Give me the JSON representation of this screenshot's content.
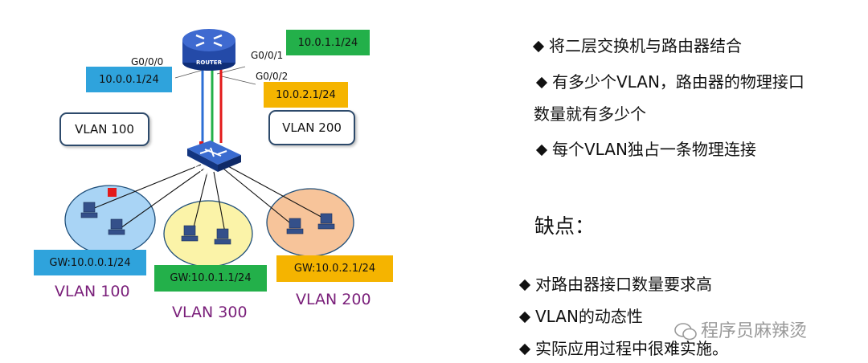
{
  "diagram": {
    "router_label": "ROUTER",
    "switch_label": "SWITCH",
    "ports": [
      "G0/0/0",
      "G0/0/1",
      "G0/0/2"
    ],
    "ip_tags": [
      "10.0.0.1/24",
      "10.0.1.1/24",
      "10.0.2.1/24"
    ],
    "callouts": [
      "VLAN 100",
      "VLAN 200"
    ],
    "gateways": [
      "GW:10.0.0.1/24",
      "GW:10.0.1.1/24",
      "GW:10.0.2.1/24"
    ],
    "vlan_labels": [
      "VLAN 100",
      "VLAN 300",
      "VLAN 200"
    ],
    "colors": {
      "blue": "#2fa3dc",
      "green": "#23b04a",
      "orange": "#f5b400",
      "red": "#e31a1a",
      "vlan100_fill": "#a9d4f5",
      "vlan300_fill": "#fbf3a8",
      "vlan200_fill": "#f7c49a"
    }
  },
  "text": {
    "points": [
      "将二层交换机与路由器结合",
      "有多少个VLAN，路由器的物理接口",
      "数量就有多少个",
      "每个VLAN独占一条物理连接"
    ],
    "drawback_heading": "缺点：",
    "drawbacks": [
      "对路由器接口数量要求高",
      "VLAN的动态性",
      "实际应用过程中很难实施。"
    ],
    "watermark": "程序员麻辣烫"
  }
}
